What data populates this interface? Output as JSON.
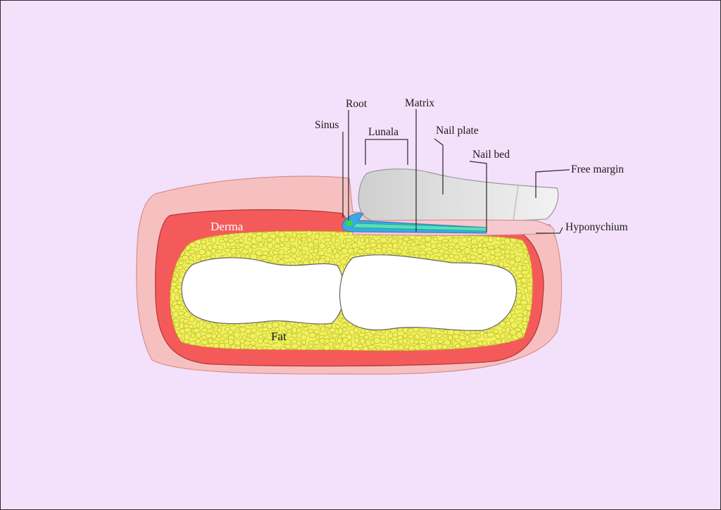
{
  "diagram": {
    "colors": {
      "background": "#f3e1fb",
      "skin": "#f7c0c0",
      "derma": "#f55a5a",
      "fat": "#f0f060",
      "fat_outline": "#b8b820",
      "bone": "#ffffff",
      "nail_plate": "#dcdcdc",
      "lunula": "#f6c8cf",
      "matrix": "#55e0b8",
      "sinus": "#3aa8e8",
      "root": "#3fd63f",
      "leader_line": "#333333"
    },
    "labels": {
      "root": "Root",
      "matrix": "Matrix",
      "sinus": "Sinus",
      "lunala": "Lunala",
      "nail_plate": "Nail plate",
      "nail_bed": "Nail bed",
      "free_margin": "Free margin",
      "hyponychium": "Hyponychium",
      "derma": "Derma",
      "fat": "Fat"
    }
  }
}
